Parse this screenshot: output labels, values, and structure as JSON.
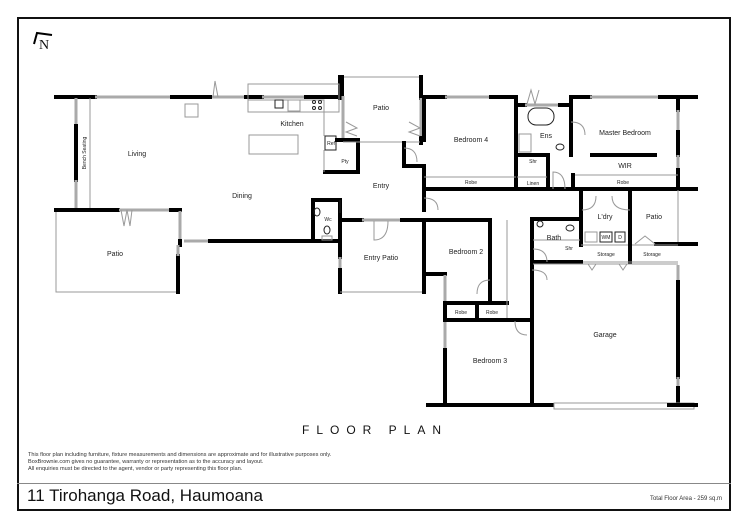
{
  "plan": {
    "title": "FLOOR PLAN",
    "north_icon": "north-arrow-icon",
    "rooms": {
      "living": "Living",
      "kitchen": "Kitchen",
      "dining": "Dining",
      "bench_seating": "Bench Seating",
      "patio_left": "Patio",
      "patio_top": "Patio",
      "ref": "Ref",
      "pty": "Pty",
      "entry": "Entry",
      "wc": "Wc",
      "entry_patio": "Entry Patio",
      "bedroom4": "Bedroom 4",
      "robe_bed4": "Robe",
      "ens": "Ens",
      "shr_ens": "Shr",
      "linen": "Linen",
      "master_bedroom": "Master Bedroom",
      "wir": "WIR",
      "robe_master": "Robe",
      "ldry": "L'dry",
      "wm": "WM",
      "d": "D",
      "patio_right": "Patio",
      "bath": "Bath",
      "shr_bath": "Shr",
      "storage1": "Storage",
      "storage2": "Storage",
      "bedroom2": "Bedroom 2",
      "robe_b2a": "Robe",
      "robe_b2b": "Robe",
      "bedroom3": "Bedroom 3",
      "garage": "Garage"
    }
  },
  "disclaimer": {
    "line1": "This floor plan including furniture, fixture measurements and dimensions are approximate and for illustrative purposes only.",
    "line2": "BoxBrownie.com gives no guarantee, warranty or representation as to the accuracy and layout.",
    "line3": "All enquiries must be directed to the agent, vendor or party representing this floor plan."
  },
  "footer": {
    "address": "11 Tirohanga Road, Haumoana",
    "total_floor_area": "Total Floor Area  -  259 sq.m"
  }
}
